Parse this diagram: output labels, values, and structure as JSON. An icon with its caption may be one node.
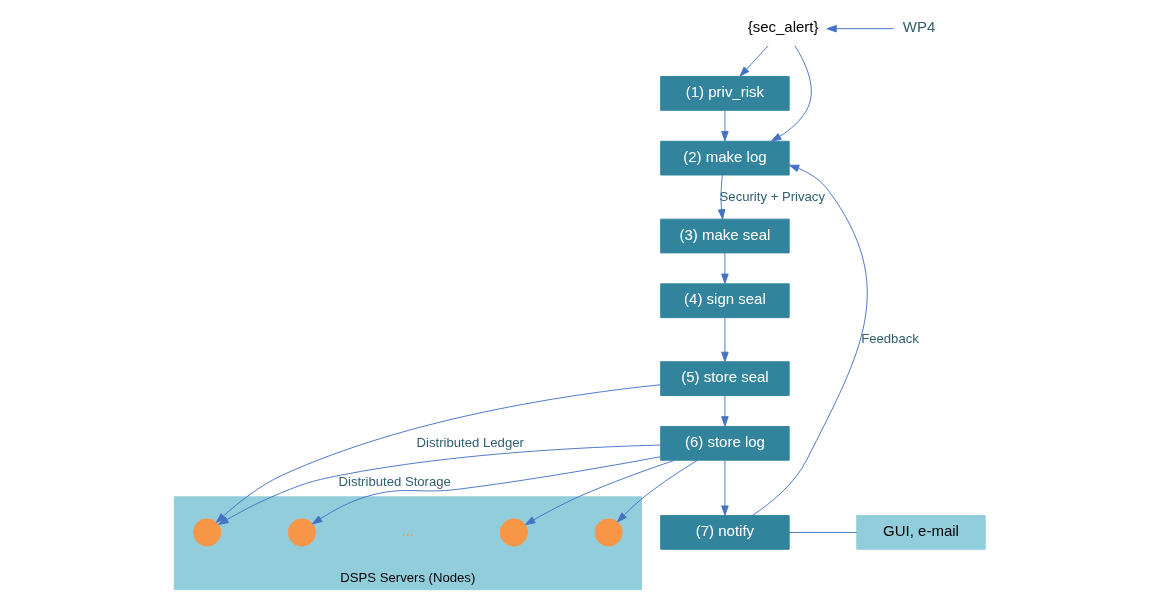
{
  "diagram": {
    "nodes": [
      {
        "text": [
          "{sec_alert}"
        ]
      },
      {
        "text": [
          "WP4"
        ]
      },
      {
        "text": [
          "(1) priv_risk"
        ]
      },
      {
        "text": [
          "(2) make log"
        ]
      },
      {
        "text": [
          "(3) make seal"
        ]
      },
      {
        "text": [
          "(4) sign seal"
        ]
      },
      {
        "text": [
          "(5) store seal"
        ]
      },
      {
        "text": [
          "(6) store log"
        ]
      },
      {
        "text": [
          "(7) notify"
        ]
      },
      {
        "text": [
          "GUI, e-mail"
        ]
      },
      {
        "text": [
          "DSPS Servers (Nodes)"
        ]
      },
      {
        "text": [],
        "shape": "circle",
        "in": 10
      },
      {
        "text": [],
        "shape": "circle",
        "in": 10
      },
      {
        "text": [],
        "shape": "circle",
        "in": 10
      },
      {
        "text": [],
        "shape": "circle",
        "in": 10
      }
    ],
    "edges": [
      {
        "from": 1,
        "to": 0,
        "arrow": "to"
      },
      {
        "from": 0,
        "to": 2,
        "arrow": "to"
      },
      {
        "from": 0,
        "to": 3,
        "arrow": "to"
      },
      {
        "from": 2,
        "to": 3,
        "arrow": "to"
      },
      {
        "from": 3,
        "to": 4,
        "arrow": "to",
        "label": "Security + Privacy"
      },
      {
        "from": 4,
        "to": 5,
        "arrow": "to"
      },
      {
        "from": 5,
        "to": 6,
        "arrow": "to"
      },
      {
        "from": 6,
        "to": 7,
        "arrow": "to"
      },
      {
        "from": 7,
        "to": 8,
        "arrow": "to"
      },
      {
        "from": 8,
        "to": 3,
        "arrow": "to",
        "label": "Feedback"
      },
      {
        "from": 6,
        "to": 11,
        "arrow": "to",
        "label": "Distributed Ledger"
      },
      {
        "from": 7,
        "to": 11,
        "arrow": "to",
        "label": "Distributed Storage"
      },
      {
        "from": 7,
        "to": 12,
        "arrow": "to"
      },
      {
        "from": 7,
        "to": 13,
        "arrow": "to"
      },
      {
        "from": 7,
        "to": 14,
        "arrow": "to"
      },
      {
        "from": 8,
        "to": 9,
        "arrow": "none"
      }
    ],
    "labels": [
      "..."
    ]
  }
}
